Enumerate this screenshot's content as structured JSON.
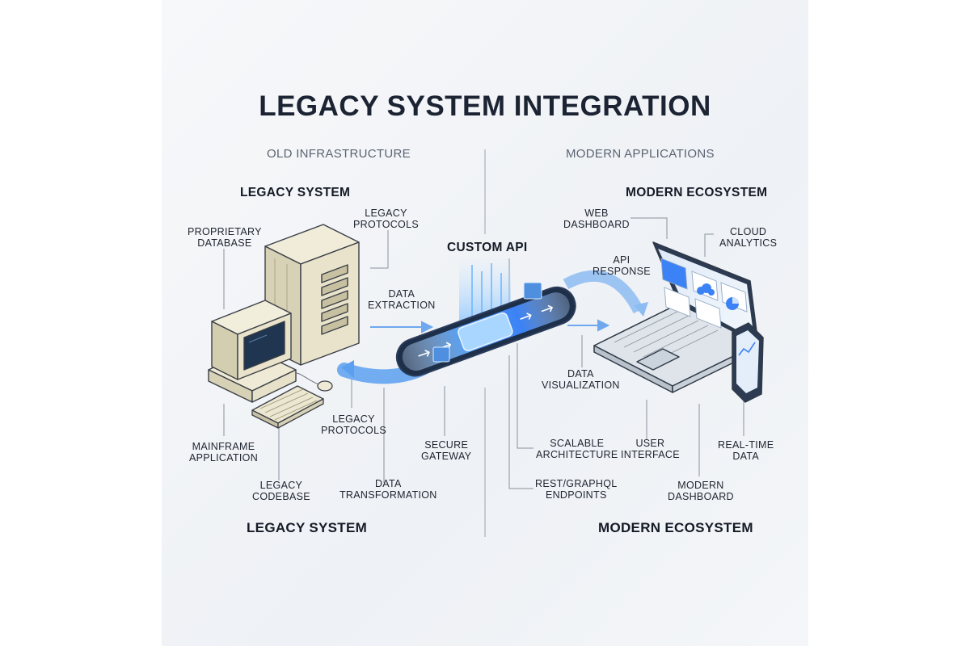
{
  "title": "LEGACY SYSTEM INTEGRATION",
  "sections": {
    "left": "OLD INFRASTRUCTURE",
    "right": "MODERN APPLICATIONS"
  },
  "headings": {
    "legacy_top": "LEGACY SYSTEM",
    "modern_top": "MODERN ECOSYSTEM",
    "api": "CUSTOM API",
    "legacy_bottom": "LEGACY SYSTEM",
    "modern_bottom": "MODERN ECOSYSTEM"
  },
  "labels": {
    "proprietary_database": [
      "PROPRIETARY",
      "DATABASE"
    ],
    "legacy_protocols_top": [
      "LEGACY",
      "PROTOCOLS"
    ],
    "data_extraction": [
      "DATA",
      "EXTRACTION"
    ],
    "mainframe_application": [
      "MAINFRAME",
      "APPLICATION"
    ],
    "legacy_codebase": [
      "LEGACY",
      "CODEBASE"
    ],
    "legacy_protocols_bottom": [
      "LEGACY",
      "PROTOCOLS"
    ],
    "data_transformation": [
      "DATA",
      "TRANSFORMATION"
    ],
    "secure_gateway": [
      "SECURE",
      "GATEWAY"
    ],
    "web_dashboard": [
      "WEB",
      "DASHBOARD"
    ],
    "cloud_analytics": [
      "CLOUD",
      "ANALYTICS"
    ],
    "api_response": [
      "API",
      "RESPONSE"
    ],
    "data_visualization": [
      "DATA",
      "VISUALIZATION"
    ],
    "scalable_architecture": [
      "SCALABLE",
      "ARCHITECTURE"
    ],
    "rest_graphql_endpoints": [
      "REST/GRAPHQL",
      "ENDPOINTS"
    ],
    "user_interface": [
      "USER",
      "INTERFACE"
    ],
    "real_time_data": [
      "REAL-TIME",
      "DATA"
    ],
    "modern_dashboard": [
      "MODERN",
      "DASHBOARD"
    ]
  },
  "icons": [
    "server-tower-icon",
    "crt-monitor-icon",
    "keyboard-icon",
    "mouse-icon",
    "api-pipeline-icon",
    "laptop-icon",
    "smartphone-icon",
    "cloud-icon",
    "pie-chart-icon",
    "line-chart-icon"
  ],
  "colors": {
    "accent": "#3b82f6",
    "accent_light": "#9cc6f2",
    "legacy_beige": "#e6e1c8",
    "screen_dark": "#1f3550",
    "ink": "#1c2434"
  }
}
